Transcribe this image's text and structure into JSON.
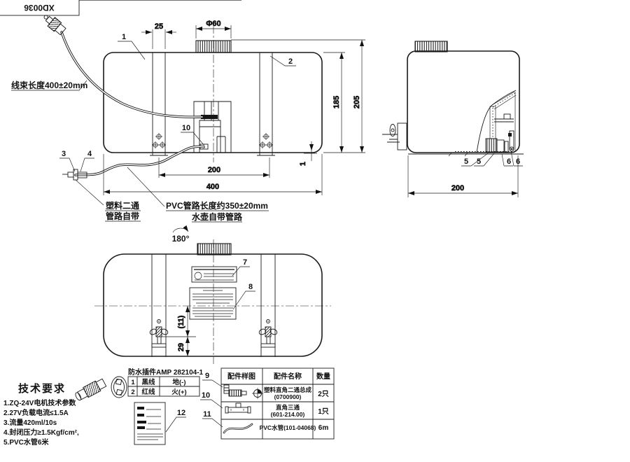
{
  "sheet": {
    "code": "XD0036"
  },
  "front": {
    "dim25": "25",
    "dim_phi": "Φ60",
    "dim185": "185",
    "dim205": "205",
    "dim200": "200",
    "dim400": "400",
    "dim1": "1",
    "balloon1": "1",
    "balloon2": "2",
    "balloon3": "3",
    "balloon4": "4",
    "balloon10": "10",
    "harness_label": "线束长度400±20mm",
    "fitting_note_line1": "塑料二通",
    "fitting_note_line2": "管路自带",
    "pvc_note_line1": "PVC管路长度约350±20mm",
    "pvc_note_line2": "水壶自带管路",
    "rotation": "180°"
  },
  "side": {
    "dim200": "200",
    "balloon5": "5",
    "balloon6": "6"
  },
  "bottom": {
    "balloon7": "7",
    "balloon8": "8",
    "dim11": "(11)",
    "dim29": "29"
  },
  "connector": {
    "title": "防水插件AMP 282104-1",
    "rows": [
      [
        "1",
        "黑线",
        "地(-)"
      ],
      [
        "2",
        "红线",
        "火(+)"
      ]
    ],
    "balloon12": "12"
  },
  "tech": {
    "title": "技术要求",
    "items": [
      "1.ZQ-24V电机技术参数",
      "2.27V负载电流≤1.5A",
      "3.流量420ml/10s",
      "4.封闭压力≥1.5Kgf/cm²,",
      "5.PVC水管6米"
    ]
  },
  "parts": {
    "headers": [
      "配件样图",
      "配件名称",
      "数量"
    ],
    "rows": [
      {
        "name": "塑料直角二通总成",
        "code": "(0700900)",
        "qty": "2只"
      },
      {
        "name": "直角三通",
        "code": "(601-214.00)",
        "qty": "1只"
      },
      {
        "name": "PVC水管(101-04068)",
        "code": "",
        "qty": "6m"
      }
    ],
    "balloon9": "9",
    "balloon10": "10",
    "balloon11": "11"
  }
}
